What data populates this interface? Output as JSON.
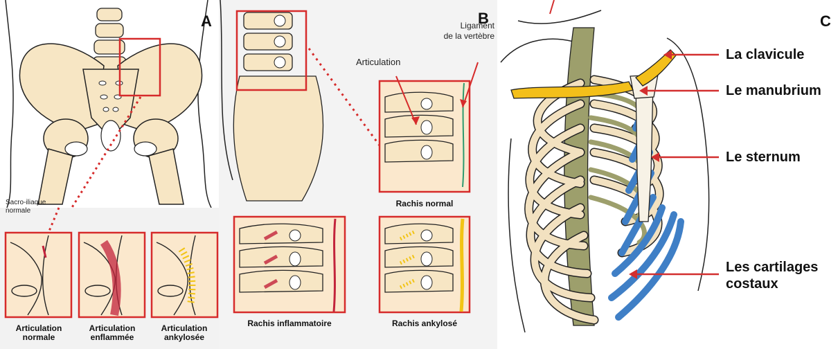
{
  "panels": {
    "A": {
      "letter": "A",
      "sacro_label": "Sacro-iliaque\nnormale",
      "sub_labels": [
        "Articulation normale",
        "Articulation enflammée",
        "Articulation ankylosée"
      ]
    },
    "B": {
      "letter": "B",
      "articulation_label": "Articulation",
      "ligament_label": "Ligament\nde la vertèbre",
      "sub_labels": [
        "Rachis normal",
        "Rachis inflammatoire",
        "Rachis ankylosé"
      ]
    },
    "C": {
      "letter": "C",
      "labels": [
        "La clavicule",
        "Le manubrium",
        "Le sternum",
        "Les cartilages\ncostaux"
      ]
    }
  },
  "colors": {
    "bone": "#f7e6c4",
    "outline": "#222222",
    "red_box": "#d62b2b",
    "inflamed": "#c2233b",
    "ankylosed": "#f2c414",
    "cartilage": "#3f7fc6",
    "rib_green": "#9d9f6c",
    "clavicle": "#f3bf1a",
    "arrow": "#d32f2f"
  }
}
